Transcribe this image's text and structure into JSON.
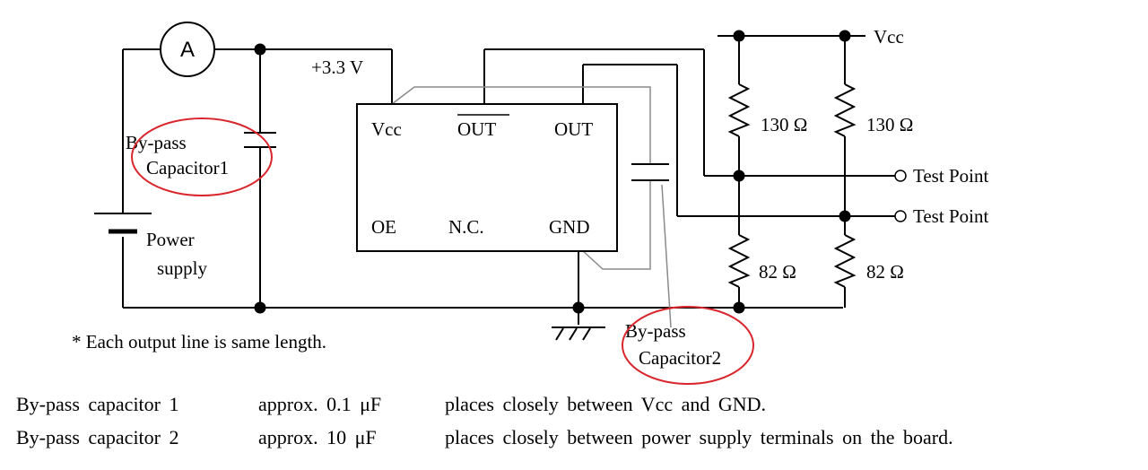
{
  "diagram": {
    "ammeter": "A",
    "supply_voltage": "+3.3  V",
    "vcc_rail": "Vcc",
    "resistor_top_left": "130  Ω",
    "resistor_top_right": "130  Ω",
    "resistor_bottom_left": "82  Ω",
    "resistor_bottom_right": "82  Ω",
    "test_point_1": "Test  Point",
    "test_point_2": "Test  Point",
    "power_supply_line1": "Power",
    "power_supply_line2": "supply",
    "bypass_cap1_line1": "By-pass",
    "bypass_cap1_line2": "Capacitor1",
    "bypass_cap2_line1": "By-pass",
    "bypass_cap2_line2": "Capacitor2",
    "chip": {
      "pin_vcc": "Vcc",
      "pin_out_bar": "OUT",
      "pin_out": "OUT",
      "pin_oe": "OE",
      "pin_nc": "N.C.",
      "pin_gnd": "GND"
    },
    "note": "*  Each  output  line  is  same  length.",
    "highlight_color": "#d9262c"
  },
  "specs": [
    {
      "name": "By-pass  capacitor  1",
      "value": "approx. 0.1  μF",
      "description": "places  closely  between  Vcc  and  GND."
    },
    {
      "name": "By-pass  capacitor  2",
      "value": "approx. 10  μF",
      "description": "places  closely  between  power  supply  terminals  on  the  board."
    }
  ]
}
